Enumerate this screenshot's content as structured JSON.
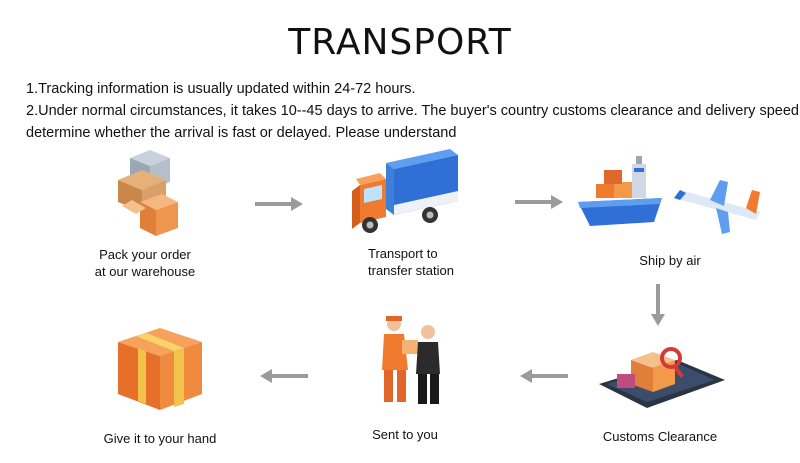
{
  "title": "TRANSPORT",
  "notes": [
    "1.Tracking information is usually updated within 24-72 hours.",
    "2.Under normal circumstances, it takes 10--45 days to arrive. The buyer's country customs clearance and delivery speed",
    "determine whether the arrival is fast or delayed. Please understand"
  ],
  "steps": {
    "pack": {
      "line1": "Pack your order",
      "line2": "at our warehouse",
      "icon": "boxes-icon"
    },
    "truck": {
      "line1": "Transport to",
      "line2": "transfer station",
      "icon": "truck-icon"
    },
    "air": {
      "line1": "Ship by air",
      "icon": "ship-plane-icon"
    },
    "customs": {
      "line1": "Customs Clearance",
      "icon": "customs-icon"
    },
    "sent": {
      "line1": "Sent to you",
      "icon": "courier-icon"
    },
    "hand": {
      "line1": "Give it to your hand",
      "icon": "gift-box-icon"
    }
  },
  "colors": {
    "orange": "#f39a4a",
    "blue": "#2f6fd6",
    "arrow": "#9b9b9b"
  }
}
